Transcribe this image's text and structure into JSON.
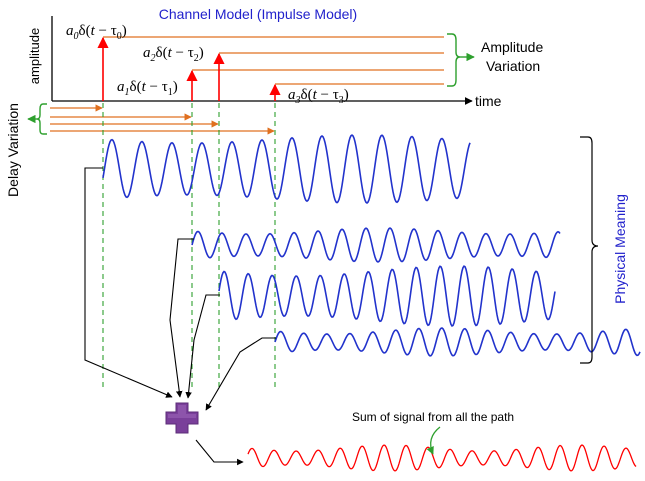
{
  "title": "Channel Model (Impulse Model)",
  "y_axis_label": "amplitude",
  "x_axis_label": "time",
  "impulses": [
    {
      "coef": "a",
      "sub": "0",
      "tau_sub": "0"
    },
    {
      "coef": "a",
      "sub": "1",
      "tau_sub": "1"
    },
    {
      "coef": "a",
      "sub": "2",
      "tau_sub": "2"
    },
    {
      "coef": "a",
      "sub": "3",
      "tau_sub": "3"
    }
  ],
  "amplitude_label_line1": "Amplitude",
  "amplitude_label_line2": "Variation",
  "delay_label": "Delay Variation",
  "physical_meaning_label": "Physical Meaning",
  "sum_label": "Sum of signal from all the path",
  "colors": {
    "title": "#2222cc",
    "impulse": "#ff0000",
    "level_line": "#e07020",
    "bracket": "#2ea02e",
    "wave": "#2233cc",
    "sum_wave": "#ff0000",
    "guide": "#2ea02e",
    "plus": "#7a3f9a",
    "physical_label": "#2222cc"
  },
  "icons": {
    "sum_node": "plus-icon"
  }
}
